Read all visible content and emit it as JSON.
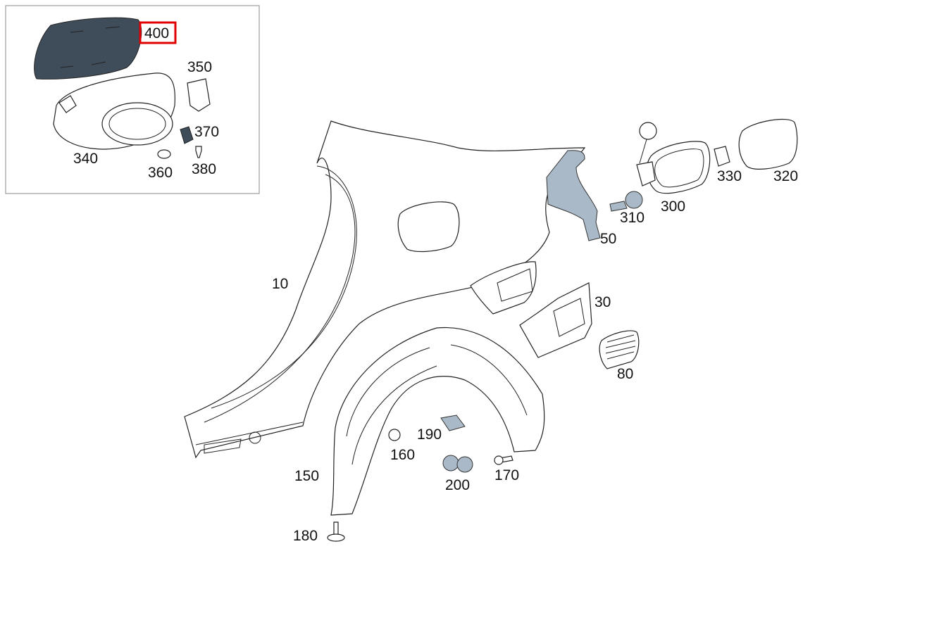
{
  "colors": {
    "highlight": "#e00000",
    "inset_border": "#888888",
    "part_blue": "#a9b9c7",
    "part_dark": "#3f4c59"
  },
  "inset": {
    "labels": {
      "p400": "400",
      "p350": "350",
      "p370": "370",
      "p340": "340",
      "p360": "360",
      "p380": "380"
    },
    "highlighted_part": "400"
  },
  "main": {
    "labels": {
      "p10": "10",
      "p30": "30",
      "p50": "50",
      "p80": "80",
      "p150": "150",
      "p160": "160",
      "p170": "170",
      "p180": "180",
      "p190": "190",
      "p200": "200",
      "p300": "300",
      "p310": "310",
      "p320": "320",
      "p330": "330"
    }
  }
}
